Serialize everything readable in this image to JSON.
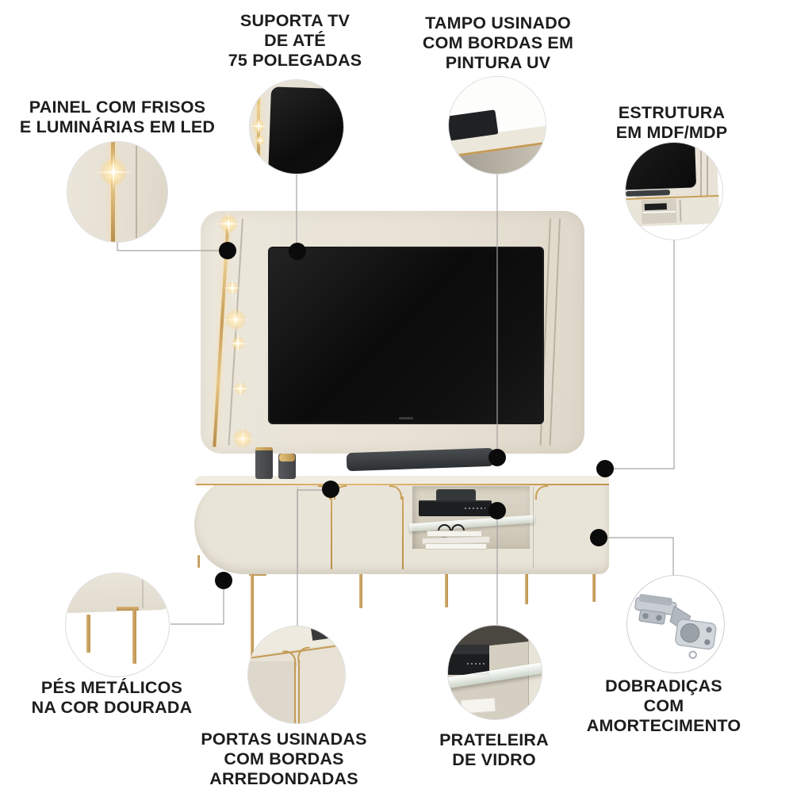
{
  "callouts": {
    "painel": {
      "label": "PAINEL COM FRISOS\nE LUMINÁRIAS EM LED"
    },
    "suporta_tv": {
      "label": "SUPORTA TV\nDE ATÉ\n75 POLEGADAS"
    },
    "tampo": {
      "label": "TAMPO USINADO\nCOM BORDAS EM\nPINTURA UV"
    },
    "estrutura": {
      "label": "ESTRUTURA\nEM MDF/MDP"
    },
    "pes": {
      "label": "PÉS METÁLICOS\nNA COR DOURADA"
    },
    "portas": {
      "label": "PORTAS USINADAS\nCOM BORDAS\nARREDONDADAS"
    },
    "prateleira": {
      "label": "PRATELEIRA\nDE VIDRO"
    },
    "dobradicas": {
      "label": "DOBRADIÇAS\nCOM AMORTECIMENTO"
    }
  },
  "palette": {
    "background": "#ffffff",
    "panel_cream": "#e9e3d7",
    "gold": "#c9a25e",
    "tv_black": "#101010",
    "interior_beige": "#d5cfc2",
    "text": "#1d1d1d",
    "connector_gray": "#a3a3a3",
    "dot_black": "#0b0b0b",
    "glass": "#e6efe8",
    "hinge_metal": "#b7bdc4"
  }
}
